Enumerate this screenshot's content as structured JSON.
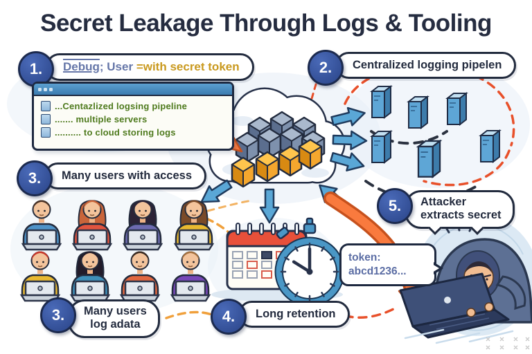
{
  "title": "Secret Leakage Through Logs & Tooling",
  "colors": {
    "badge_blue": "#30519b",
    "outline_navy": "#222b3e",
    "accent_orange": "#f97a3e",
    "arrow_blue": "#5aa7d6",
    "log_green": "#4e7a1d",
    "code_slate": "#6576a8",
    "code_gold": "#c9991e",
    "server_blue": "#5ea6d6",
    "cube_orange": "#f5a72e"
  },
  "badges": {
    "step1": {
      "number": "1.",
      "code_debug": "Debug",
      "code_mid": "; User ",
      "code_secret": "=with secret token"
    },
    "step2": {
      "number": "2.",
      "label": "Centralized logging pipelen"
    },
    "step3_top": {
      "number": "3.",
      "label": "Many users with access"
    },
    "step3_bottom": {
      "number": "3.",
      "line1": "Many users",
      "line2": "log adata"
    },
    "step4": {
      "number": "4.",
      "label": "Long retention"
    },
    "step5": {
      "number": "5.",
      "line1": "Attacker",
      "line2": "extracts secret"
    }
  },
  "log_window": {
    "lines": [
      "...Centazlized logsing pipeline",
      "....... multiple servers",
      ".......... to cloud storing logs"
    ]
  },
  "token_bubble": {
    "line1": "token:",
    "line2": "abcd1236..."
  }
}
